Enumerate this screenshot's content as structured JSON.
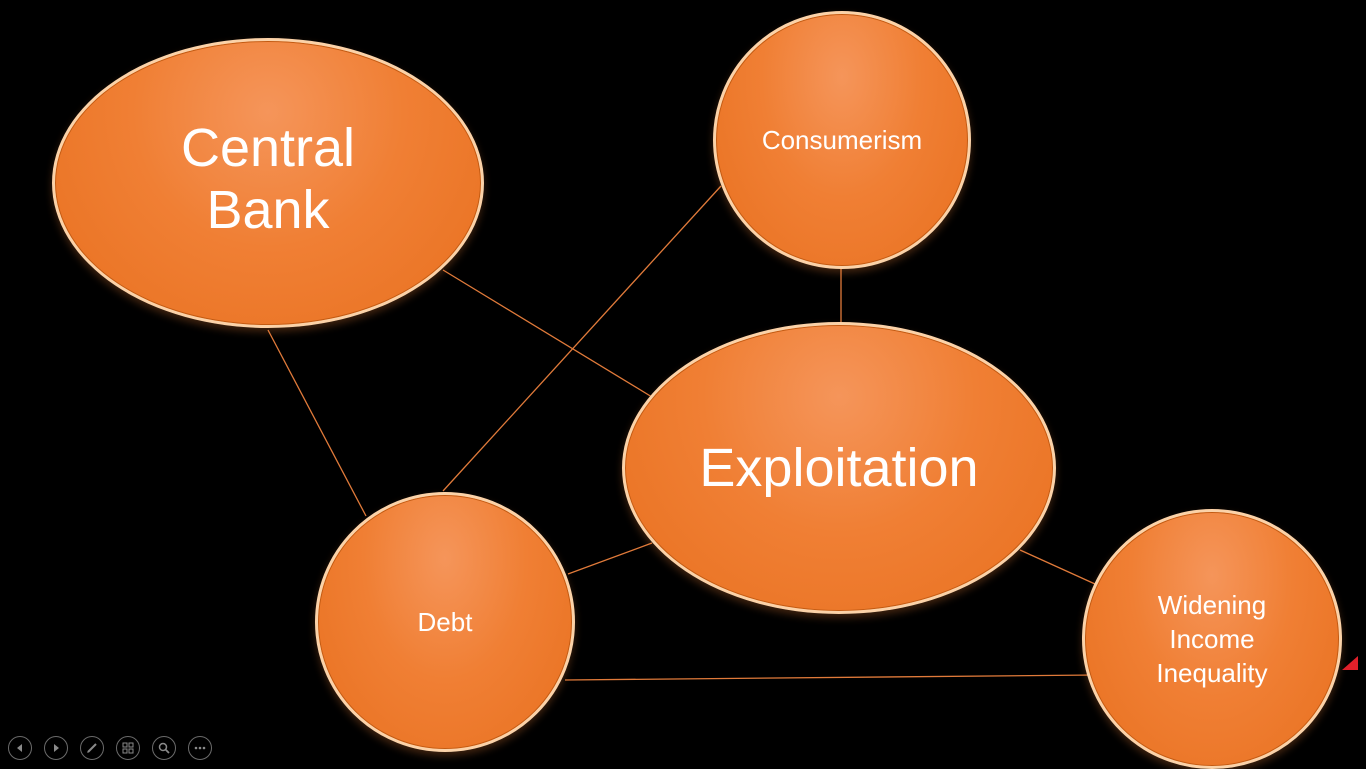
{
  "diagram": {
    "nodes": {
      "central_bank": "Central\nBank",
      "consumerism": "Consumerism",
      "exploitation": "Exploitation",
      "debt": "Debt",
      "widening_income_inequality": "Widening\nIncome\nInequality"
    },
    "connections": [
      [
        "Central Bank",
        "Exploitation"
      ],
      [
        "Central Bank",
        "Debt"
      ],
      [
        "Consumerism",
        "Exploitation"
      ],
      [
        "Consumerism",
        "Debt"
      ],
      [
        "Exploitation",
        "Debt"
      ],
      [
        "Exploitation",
        "Widening Income Inequality"
      ],
      [
        "Debt",
        "Widening Income Inequality"
      ]
    ],
    "colors": {
      "background": "#000000",
      "node_fill": "#f07f34",
      "connector": "#e07a3a"
    }
  },
  "presenter_toolbar": {
    "buttons": [
      "previous-slide",
      "next-slide",
      "pen-tool",
      "see-all-slides",
      "zoom",
      "more-options"
    ]
  }
}
